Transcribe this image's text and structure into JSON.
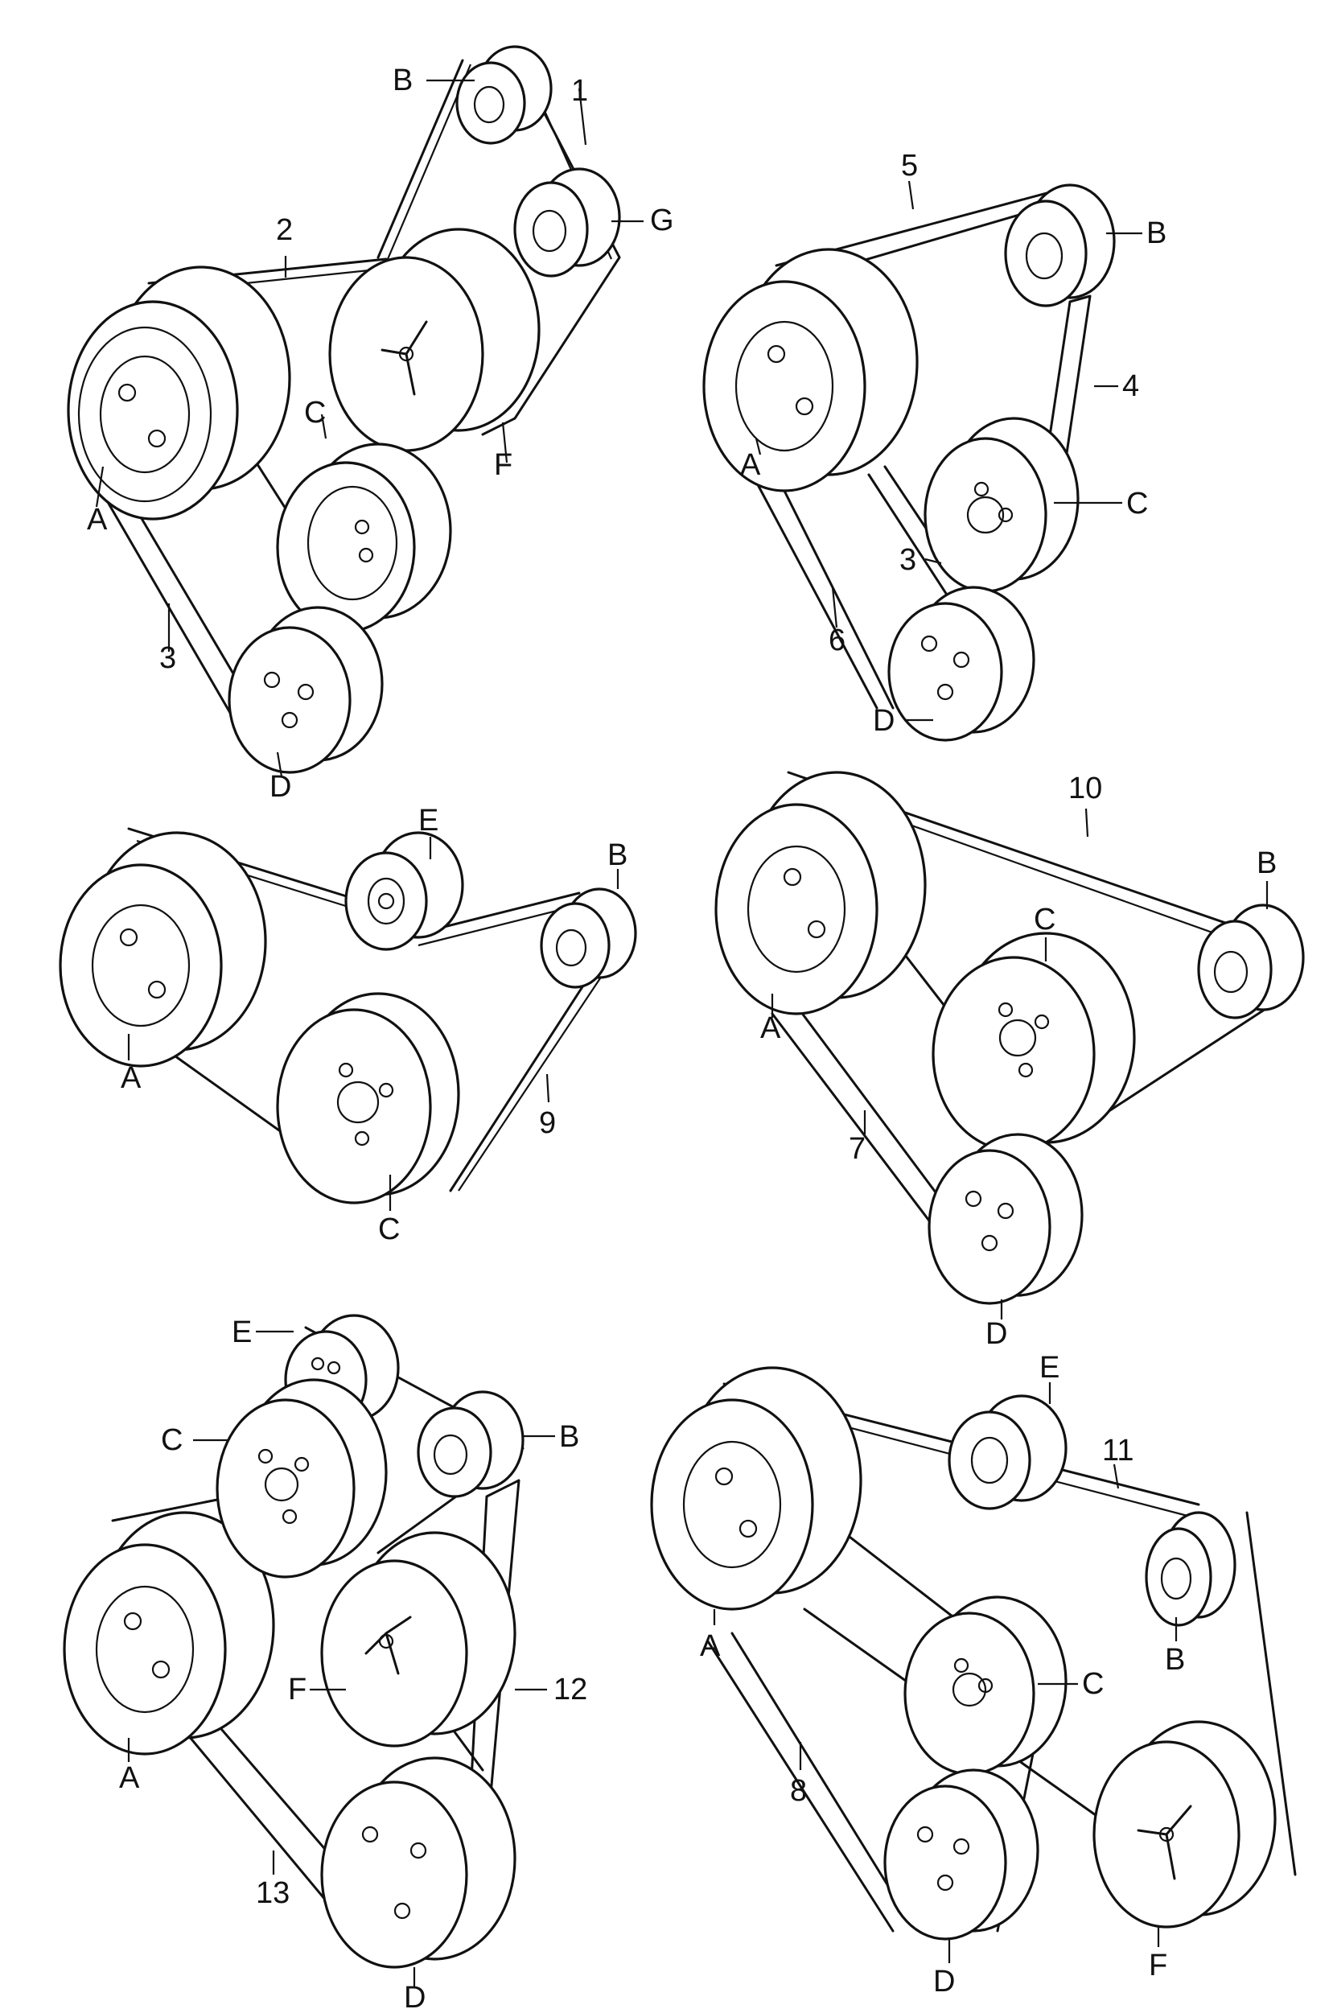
{
  "diagrams": [
    {
      "id": "top-left",
      "pulleys": [
        {
          "label": "A",
          "icon": "crank-hub-icon"
        },
        {
          "label": "B",
          "icon": "idler-icon"
        },
        {
          "label": "C",
          "icon": "alternator-pulley-icon"
        },
        {
          "label": "D",
          "icon": "pump-pulley-icon"
        },
        {
          "label": "F",
          "icon": "fan-hub-icon"
        },
        {
          "label": "G",
          "icon": "idler-icon"
        }
      ],
      "belts": [
        "1",
        "2",
        "3"
      ]
    },
    {
      "id": "top-right",
      "pulleys": [
        {
          "label": "A",
          "icon": "crank-hub-icon"
        },
        {
          "label": "B",
          "icon": "idler-icon"
        },
        {
          "label": "C",
          "icon": "alternator-pulley-icon"
        },
        {
          "label": "D",
          "icon": "pump-pulley-icon"
        }
      ],
      "belts": [
        "3",
        "4",
        "5",
        "6"
      ]
    },
    {
      "id": "middle-left",
      "pulleys": [
        {
          "label": "A",
          "icon": "crank-hub-icon"
        },
        {
          "label": "B",
          "icon": "idler-icon"
        },
        {
          "label": "C",
          "icon": "alternator-pulley-icon"
        },
        {
          "label": "E",
          "icon": "tensioner-icon"
        }
      ],
      "belts": [
        "9"
      ]
    },
    {
      "id": "middle-right",
      "pulleys": [
        {
          "label": "A",
          "icon": "crank-hub-icon"
        },
        {
          "label": "B",
          "icon": "idler-icon"
        },
        {
          "label": "C",
          "icon": "alternator-pulley-icon"
        },
        {
          "label": "D",
          "icon": "pump-pulley-icon"
        }
      ],
      "belts": [
        "7",
        "10"
      ]
    },
    {
      "id": "bottom-left",
      "pulleys": [
        {
          "label": "A",
          "icon": "crank-hub-icon"
        },
        {
          "label": "B",
          "icon": "idler-icon"
        },
        {
          "label": "C",
          "icon": "alternator-pulley-icon"
        },
        {
          "label": "D",
          "icon": "pump-pulley-icon"
        },
        {
          "label": "E",
          "icon": "tensioner-icon"
        },
        {
          "label": "F",
          "icon": "fan-hub-icon"
        }
      ],
      "belts": [
        "12",
        "13"
      ]
    },
    {
      "id": "bottom-right",
      "pulleys": [
        {
          "label": "A",
          "icon": "crank-hub-icon"
        },
        {
          "label": "B",
          "icon": "idler-icon"
        },
        {
          "label": "C",
          "icon": "alternator-pulley-icon"
        },
        {
          "label": "D",
          "icon": "pump-pulley-icon"
        },
        {
          "label": "E",
          "icon": "tensioner-icon"
        },
        {
          "label": "F",
          "icon": "fan-hub-icon"
        }
      ],
      "belts": [
        "8",
        "11"
      ]
    }
  ]
}
